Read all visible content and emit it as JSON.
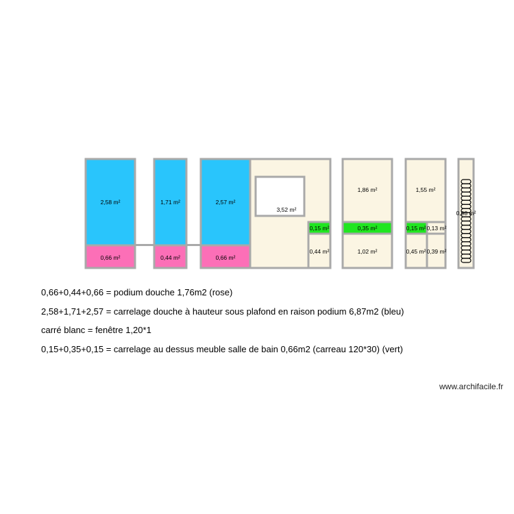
{
  "colors": {
    "wall": "#a9a9a9",
    "floor": "#fbf5e3",
    "blue": "#29c5fc",
    "pink": "#fc6fb7",
    "green": "#20e620",
    "window": "#ffffff"
  },
  "areas": {
    "a258": "2,58 m²",
    "a066_1": "0,66 m²",
    "a171": "1,71 m²",
    "a044_1": "0,44 m²",
    "a257": "2,57 m²",
    "a066_2": "0,66 m²",
    "a352": "3,52 m²",
    "a015_1": "0,15 m²",
    "a044_2": "0,44 m²",
    "a186": "1,86 m²",
    "a035": "0,35 m²",
    "a102": "1,02 m²",
    "a155": "1,55 m²",
    "a015_2": "0,15 m²",
    "a013": "0,13 m²",
    "a045": "0,45 m²",
    "a039": "0,39 m²",
    "a098": "0,98 m²"
  },
  "notes": [
    "0,66+0,44+0,66 = podium douche 1,76m2 (rose)",
    "2,58+1,71+2,57 = carrelage douche à hauteur sous plafond en raison podium 6,87m2 (bleu)",
    "carré blanc = fenêtre 1,20*1",
    "0,15+0,35+0,15 = carrelage au dessus meuble salle de bain 0,66m2 (carreau 120*30) (vert)"
  ],
  "watermark": "www.archifacile.fr"
}
